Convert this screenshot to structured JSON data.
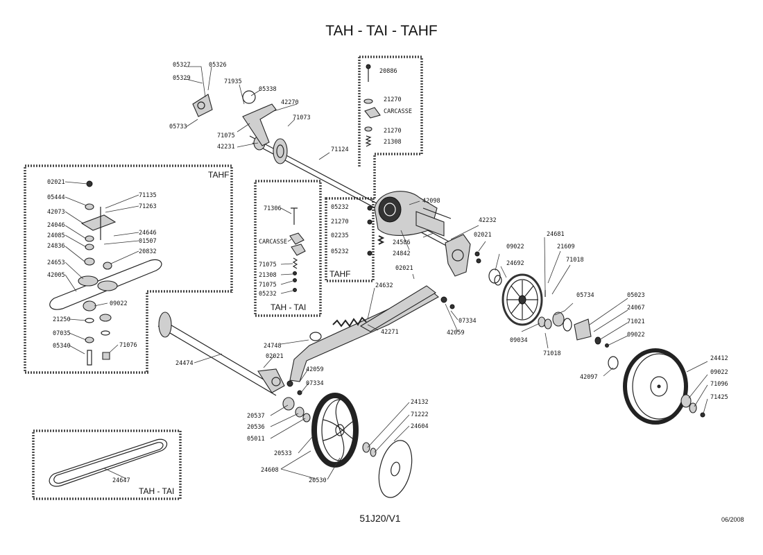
{
  "title": "TAH - TAI - TAHF",
  "footer": {
    "code": "51J20/V1",
    "date": "06/2008"
  },
  "boxes": {
    "tahf_main": "TAHF",
    "tah_tai_mid": "TAH - TAI",
    "tahf_small": "TAHF",
    "tah_tai_belt": "TAH - TAI"
  },
  "parts": {
    "p05327": "05327",
    "p05326": "05326",
    "p05329": "05329",
    "p05733": "05733",
    "p71935": "71935",
    "p05338": "05338",
    "p42270": "42270",
    "p71073": "71073",
    "p71075a": "71075",
    "p42231": "42231",
    "p71124": "71124",
    "p20886": "20886",
    "p21270a": "21270",
    "carcasse1": "CARCASSE",
    "p21270b": "21270",
    "p21308a": "21308",
    "p42098": "42098",
    "p05232a": "05232",
    "p21270c": "21270",
    "p02235": "02235",
    "p05232b": "05232",
    "p24586": "24586",
    "p24842": "24842",
    "p42232": "42232",
    "p02021a": "02021",
    "p09022a": "09022",
    "p24681": "24681",
    "p21609": "21609",
    "p24692": "24692",
    "p71018a": "71018",
    "p02021b": "02021",
    "p24632": "24632",
    "p07334a": "07334",
    "p42059a": "42059",
    "p42271": "42271",
    "p24748": "24748",
    "p02021c": "02021",
    "p42059b": "42059",
    "p07334b": "07334",
    "p24474": "24474",
    "p05734": "05734",
    "p05023": "05023",
    "p24067": "24067",
    "p71021": "71021",
    "p09022b": "09022",
    "p09034": "09034",
    "p71018b": "71018",
    "p42097": "42097",
    "p24412": "24412",
    "p09022c": "09022",
    "p71096": "71096",
    "p71425": "71425",
    "p20537": "20537",
    "p20536": "20536",
    "p05011": "05011",
    "p20533": "20533",
    "p24608": "24608",
    "p20530": "20530",
    "p24132": "24132",
    "p71222": "71222",
    "p24604": "24604",
    "b02021": "02021",
    "b05444": "05444",
    "b71135": "71135",
    "b71263": "71263",
    "b42073": "42073",
    "b24046": "24046",
    "b24646": "24646",
    "b24085": "24085",
    "b01507": "01507",
    "b24836": "24836",
    "b20832": "20832",
    "b24653": "24653",
    "b42005": "42005",
    "b09022": "09022",
    "b21250": "21250",
    "b07035": "07035",
    "b05340": "05340",
    "b71076": "71076",
    "m71306": "71306",
    "mcarcasse": "CARCASSE",
    "m71075a": "71075",
    "m21308": "21308",
    "m71075b": "71075",
    "m05232": "05232",
    "belt24647": "24647"
  }
}
